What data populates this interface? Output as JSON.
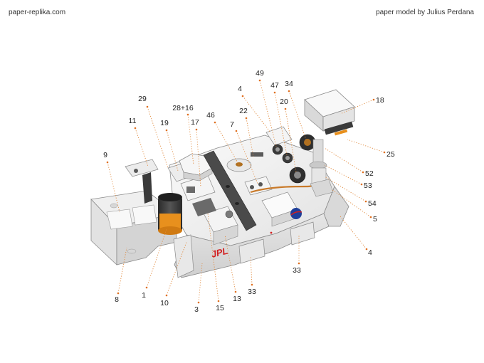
{
  "header": {
    "site": "paper-replika.com",
    "credit": "paper model by Julius Perdana"
  },
  "model": {
    "decal_text": "JPL",
    "colors": {
      "body": "#f1f1f1",
      "shade": "#c9c9c9",
      "dark": "#3a3a3a",
      "accent_orange": "#e8901d",
      "leader": "#e0883a",
      "nasa_blue": "#1f3f9a",
      "jpl_red": "#d21f1f"
    }
  },
  "callouts": [
    {
      "id": "49",
      "text": "49"
    },
    {
      "id": "4",
      "text": "4"
    },
    {
      "id": "47",
      "text": "47"
    },
    {
      "id": "34",
      "text": "34"
    },
    {
      "id": "18",
      "text": "18"
    },
    {
      "id": "29",
      "text": "29"
    },
    {
      "id": "28_16",
      "text": "28+16"
    },
    {
      "id": "20",
      "text": "20"
    },
    {
      "id": "22",
      "text": "22"
    },
    {
      "id": "46",
      "text": "46"
    },
    {
      "id": "17",
      "text": "17"
    },
    {
      "id": "7",
      "text": "7"
    },
    {
      "id": "11",
      "text": "11"
    },
    {
      "id": "19",
      "text": "19"
    },
    {
      "id": "25",
      "text": "25"
    },
    {
      "id": "9",
      "text": "9"
    },
    {
      "id": "52",
      "text": "52"
    },
    {
      "id": "53",
      "text": "53"
    },
    {
      "id": "54",
      "text": "54"
    },
    {
      "id": "5",
      "text": "5"
    },
    {
      "id": "4b",
      "text": "4"
    },
    {
      "id": "33a",
      "text": "33"
    },
    {
      "id": "8",
      "text": "8"
    },
    {
      "id": "1",
      "text": "1"
    },
    {
      "id": "10",
      "text": "10"
    },
    {
      "id": "33b",
      "text": "33"
    },
    {
      "id": "13",
      "text": "13"
    },
    {
      "id": "3",
      "text": "3"
    },
    {
      "id": "15",
      "text": "15"
    }
  ]
}
